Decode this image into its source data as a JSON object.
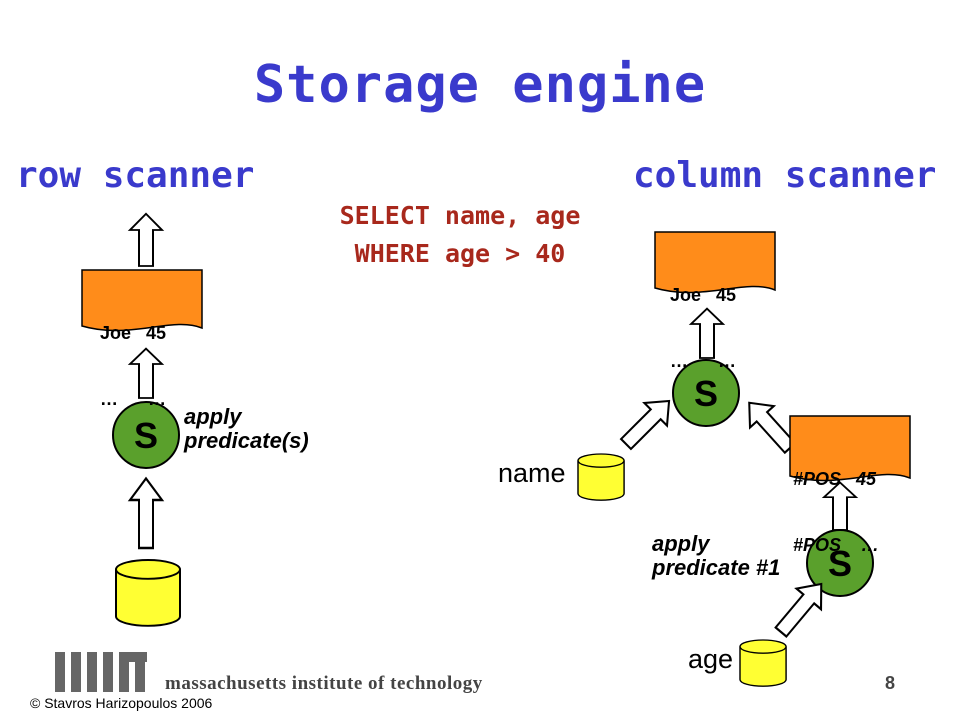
{
  "slide": {
    "title": "Storage engine",
    "query_line1": "SELECT name, age",
    "query_line2": "WHERE age > 40"
  },
  "row_scanner": {
    "heading": "row scanner",
    "result_doc": {
      "row1": "Joe   45",
      "row2": "…      …"
    },
    "operator_label": "S",
    "predicate_line1": "apply",
    "predicate_line2": "predicate(s)"
  },
  "column_scanner": {
    "heading": "column scanner",
    "result_doc": {
      "row1": "Joe   45",
      "row2": "…      …"
    },
    "merge_operator_label": "S",
    "name_column_label": "name",
    "positions_doc": {
      "row1": "#POS   45",
      "row2": "#POS    …"
    },
    "filter_operator_label": "S",
    "predicate_line1": "apply",
    "predicate_line2": "predicate #1",
    "age_column_label": "age"
  },
  "footer": {
    "institution": "massachusetts institute of technology",
    "page_number": "8",
    "copyright": "© Stavros Harizopoulos 2006"
  },
  "colors": {
    "title": "#3a3acc",
    "query": "#a8281c",
    "document_fill": "#ff8c1a",
    "operator_fill": "#5aa02c",
    "cylinder_fill": "#ffff33",
    "logo": "#666666"
  },
  "icons": {
    "logo": "mit-logo-icon",
    "arrow": "hollow-arrow-icon",
    "database": "cylinder-icon",
    "document": "document-icon"
  }
}
